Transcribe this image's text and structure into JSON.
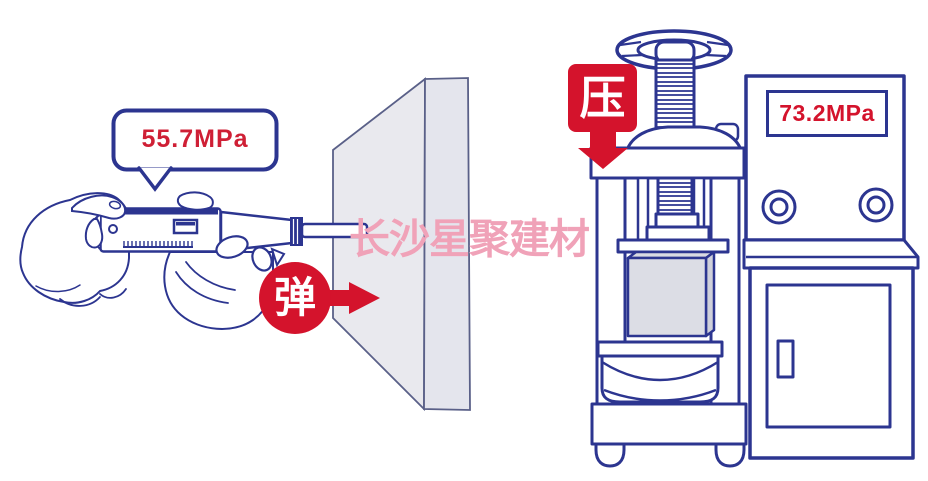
{
  "left_scene": {
    "reading_bubble_value": "55.7MPa",
    "action_badge_label": "弹"
  },
  "right_scene": {
    "display_value": "73.2MPa",
    "action_badge_label": "压"
  },
  "watermark": {
    "text": "长沙星聚建材"
  },
  "colors": {
    "outline_navy": "#2c3590",
    "accent_red": "#d4132c",
    "reading_text_red": "#cf1f35",
    "wall_front_fill": "#e9e9ee",
    "wall_side_fill": "#e4e5ed",
    "wall_outline": "#5a6088",
    "specimen_fill": "#dcdde5",
    "watermark_pink": "#f0a2b8",
    "background": "#ffffff"
  }
}
